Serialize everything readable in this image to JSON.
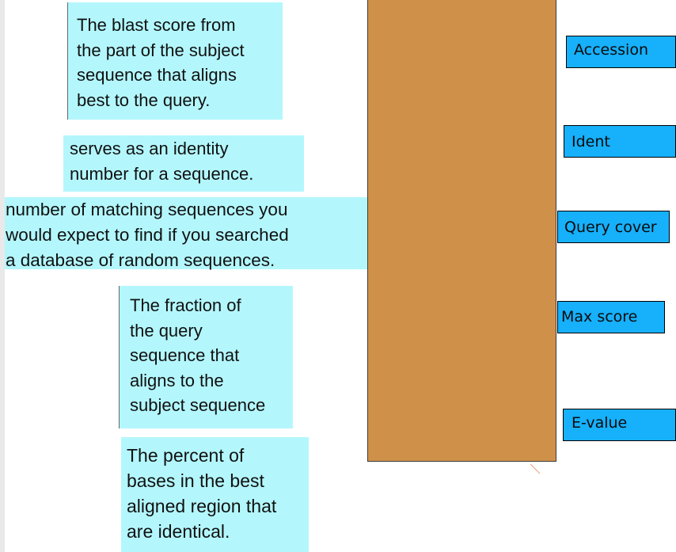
{
  "definitions": [
    {
      "id": "max-score",
      "text": "The blast score from\nthe part of the subject\nsequence that aligns\nbest to the query."
    },
    {
      "id": "accession",
      "text": "serves as an identity\nnumber for a sequence."
    },
    {
      "id": "e-value",
      "text": "number of matching sequences you\nwould expect to find if you searched\na database of random sequences."
    },
    {
      "id": "query-cover",
      "text": "The fraction of\nthe query\nsequence that\naligns to the\nsubject sequence"
    },
    {
      "id": "ident",
      "text": "The percent of\nbases in the best\naligned region that\nare identical."
    }
  ],
  "terms": [
    "Accession",
    "Ident",
    "Query cover",
    "Max score",
    "E-value"
  ],
  "colors": {
    "definition_bg": "#b3f7fd",
    "term_bg": "#16b0fb",
    "drop_zone": "#cf9149",
    "pointer_line": "#e8a07a"
  }
}
